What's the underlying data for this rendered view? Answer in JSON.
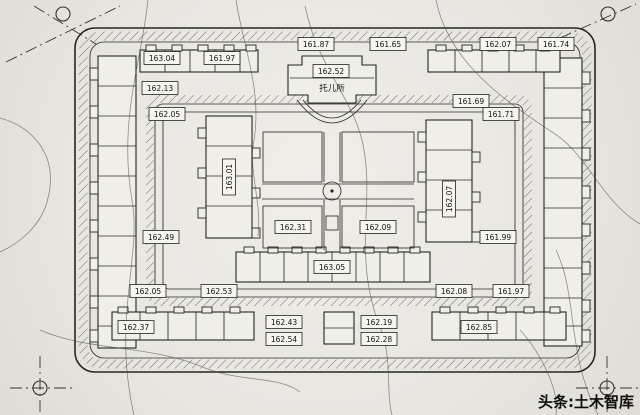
{
  "watermark": "头条:土木智库",
  "drawing": {
    "nursery_label": "托儿所",
    "elevations": {
      "tl_a": "163.04",
      "tl_b": "161.97",
      "top_mid_a": "161.87",
      "top_mid_b": "161.65",
      "nursery": "162.52",
      "tr_a": "162.07",
      "tr_b": "161.74",
      "left_upper": "162.13",
      "left_upper2": "162.05",
      "right_upper_a": "161.69",
      "right_upper_b": "161.71",
      "inner_west": "163.01",
      "inner_east": "162.07",
      "left_lower": "162.49",
      "court_west": "162.31",
      "court_east": "162.09",
      "right_lower": "161.99",
      "south_terrace": "163.05",
      "bl_a": "162.05",
      "bl_b": "162.53",
      "br_a": "162.08",
      "br_b": "161.97",
      "bottom_left": "162.37",
      "bottom_mid_a": "162.43",
      "bottom_mid_b": "162.54",
      "bottom_mid_c": "162.19",
      "bottom_mid_d": "162.28",
      "bottom_right": "162.85"
    }
  }
}
